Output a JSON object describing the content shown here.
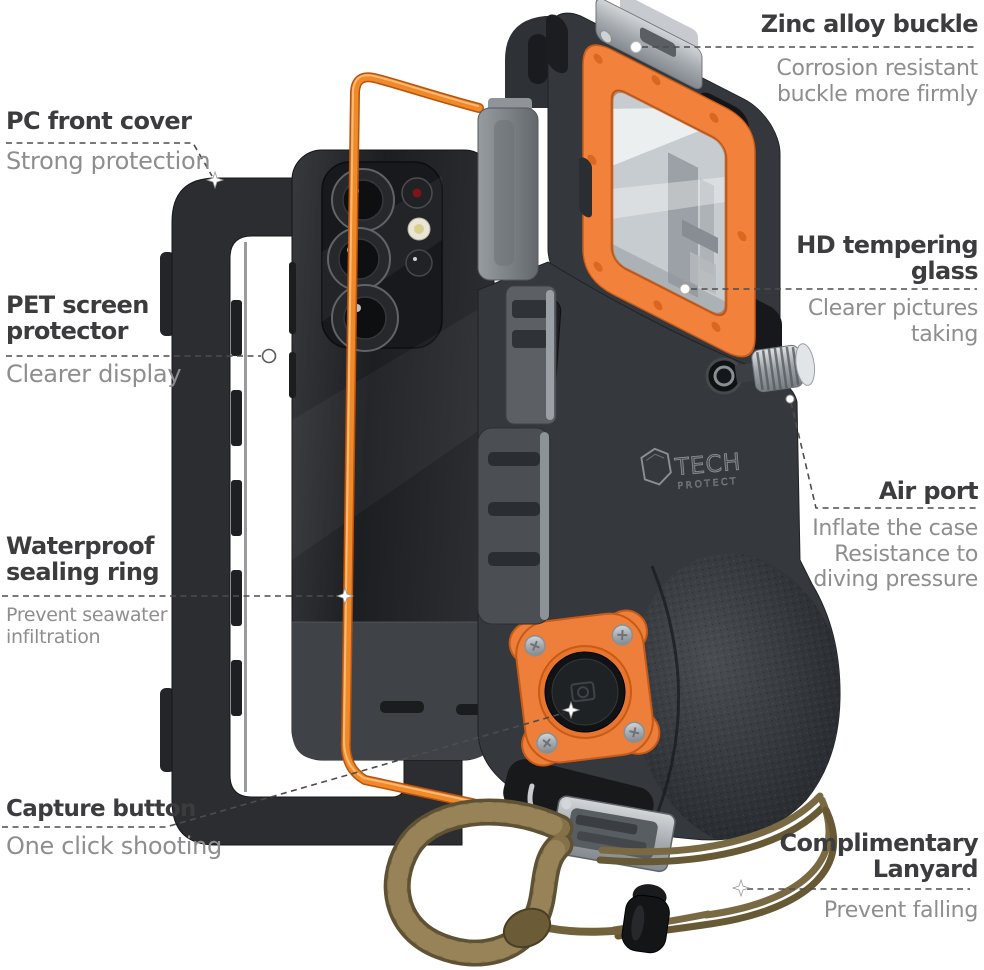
{
  "colors": {
    "accent_orange": "#F2803A",
    "case_dark": "#35383C",
    "lanyard_olive": "#7C6B42",
    "title_text": "#3C3C3E",
    "subtitle_text": "#8E8E90",
    "leader_line": "#4D4D4D"
  },
  "brand": {
    "logo_line1": "TECH",
    "logo_line2": "PROTECT",
    "logo_icon": "hexagon-icon"
  },
  "callouts": {
    "zinc_buckle": {
      "title": "Zinc alloy buckle",
      "subtitle": "Corrosion resistant\nbuckle more firmly"
    },
    "pc_front_cover": {
      "title": "PC front cover",
      "subtitle": "Strong protection"
    },
    "pet_screen": {
      "title": "PET screen\nprotector",
      "subtitle": "Clearer display"
    },
    "hd_glass": {
      "title": "HD tempering\nglass",
      "subtitle": "Clearer pictures\ntaking"
    },
    "air_port": {
      "title": "Air port",
      "subtitle": "Inflate the case\nResistance to\ndiving pressure"
    },
    "sealing_ring": {
      "title": "Waterproof\nsealing ring",
      "subtitle": "Prevent seawater\ninfiltration"
    },
    "capture_button": {
      "title": "Capture button",
      "subtitle": "One click shooting"
    },
    "lanyard": {
      "title": "Complimentary\nLanyard",
      "subtitle": "Prevent falling"
    }
  }
}
